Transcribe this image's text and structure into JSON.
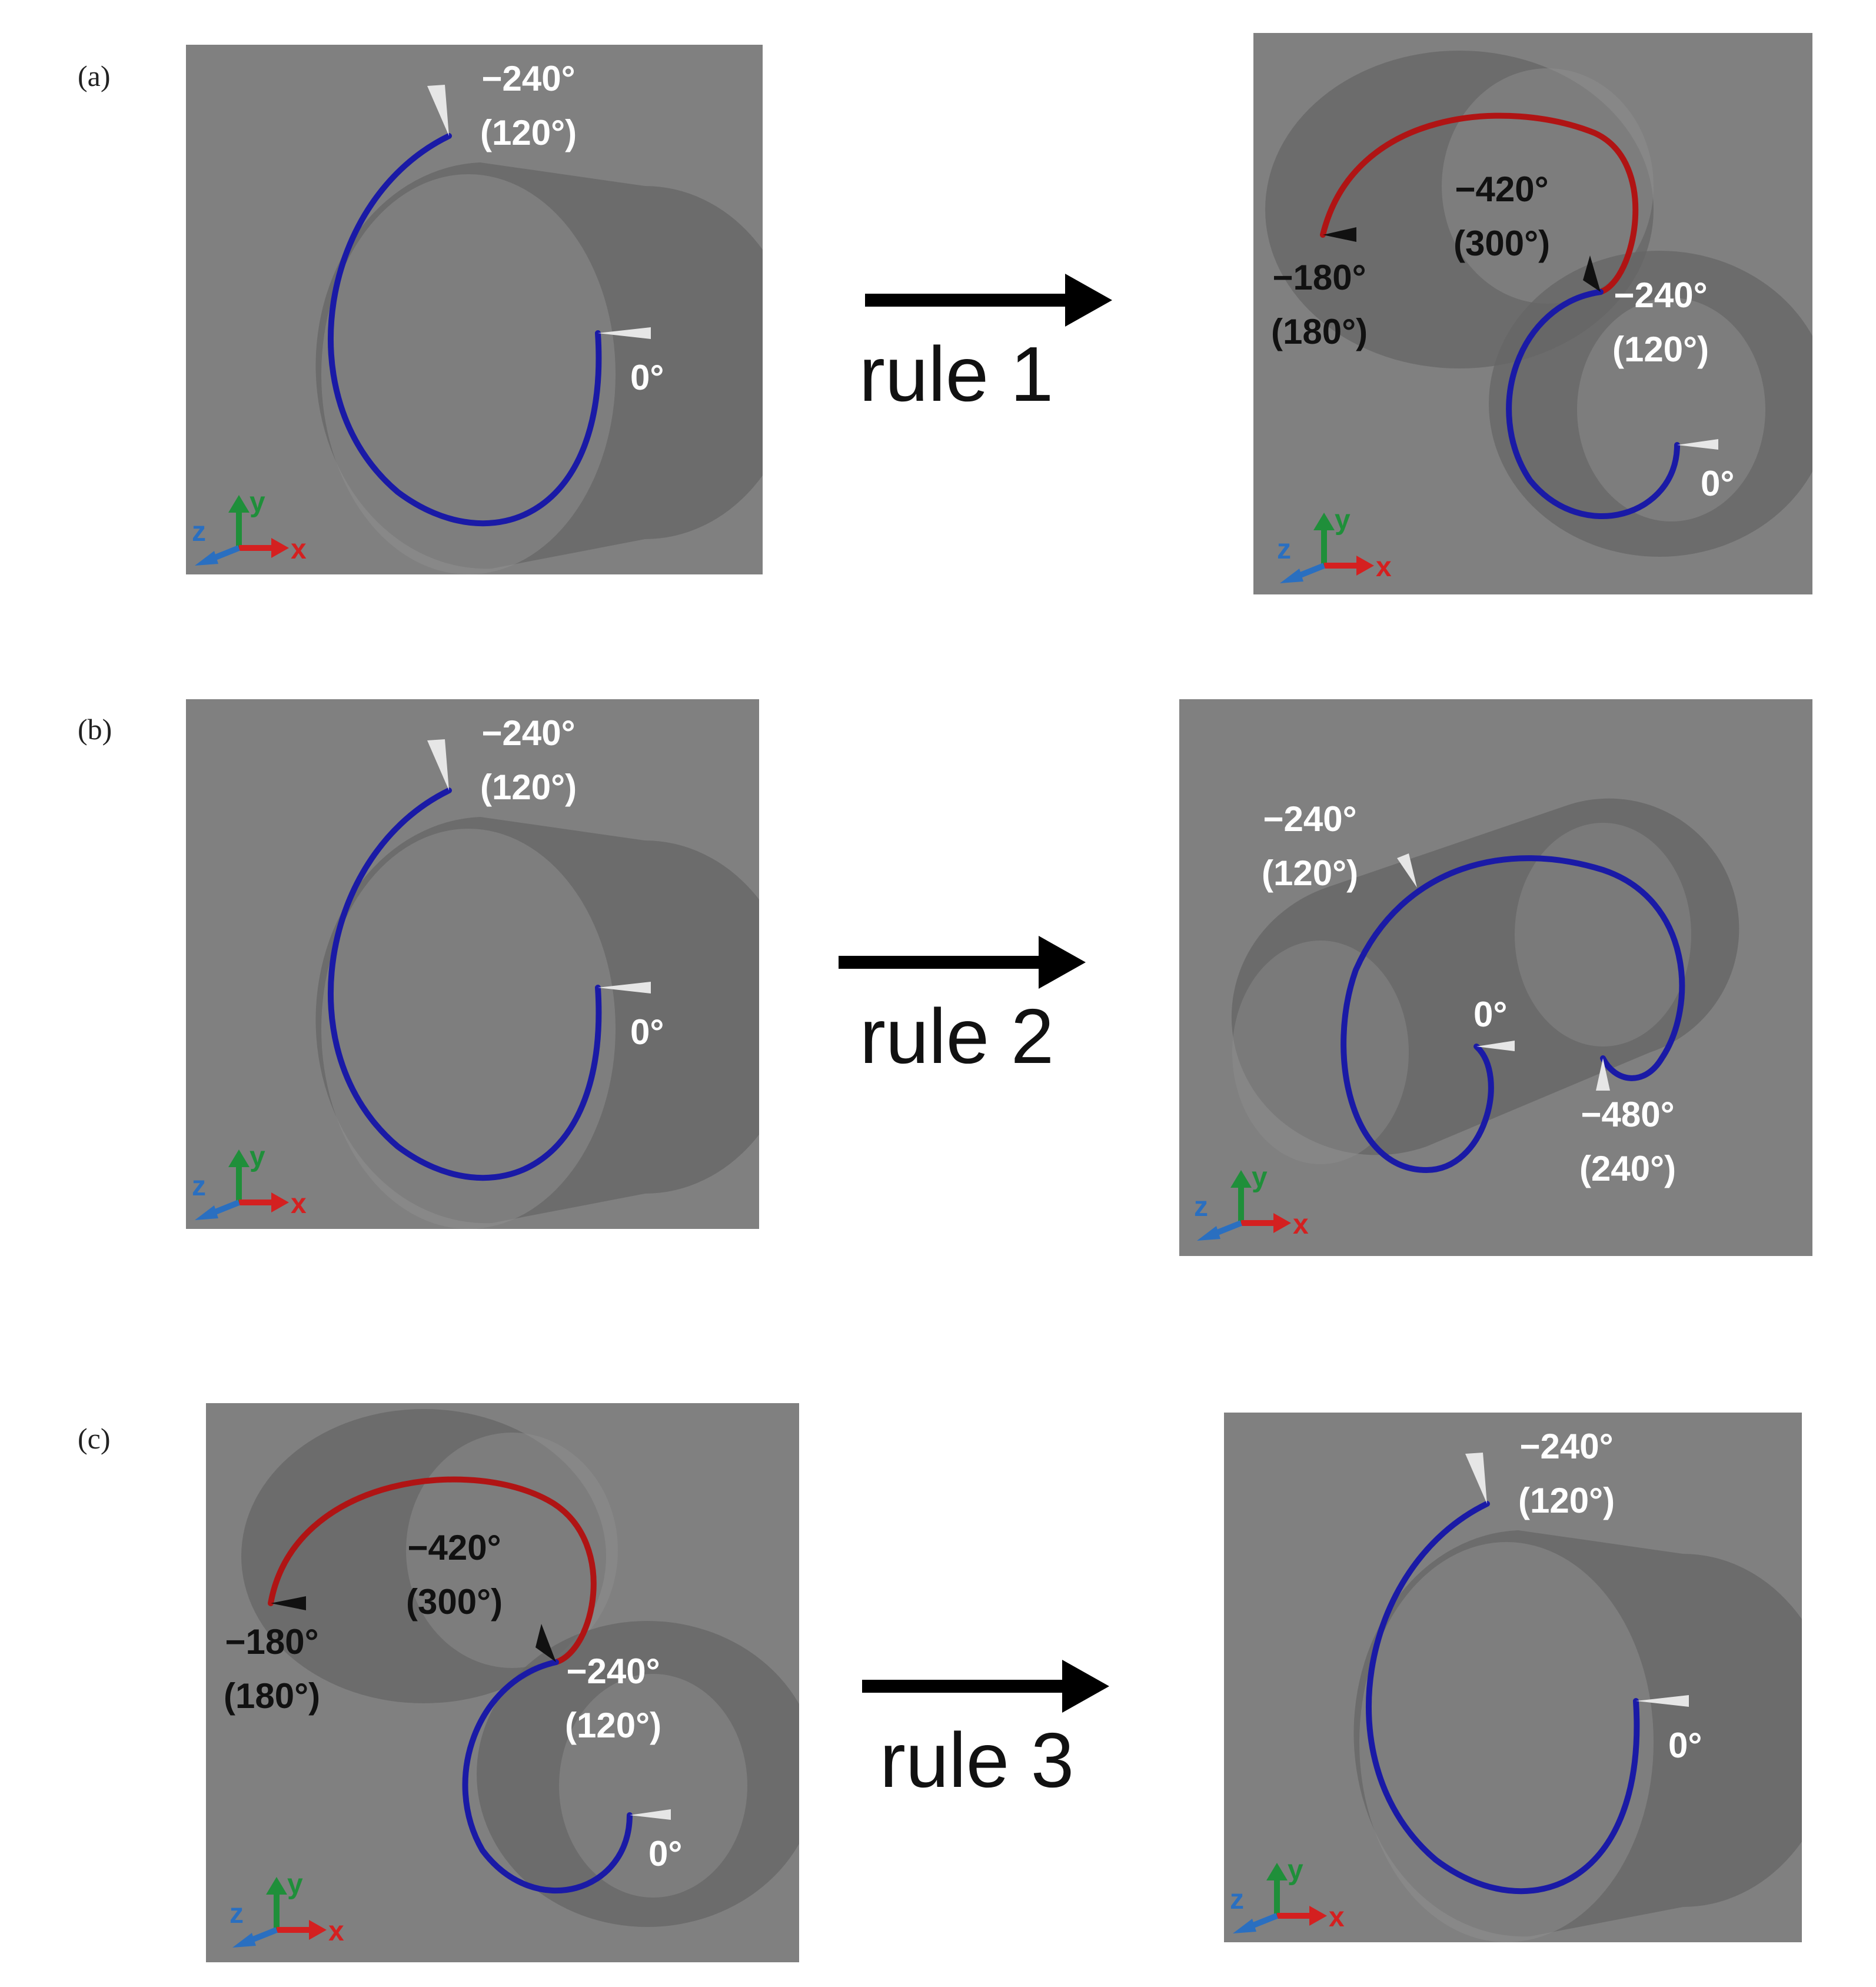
{
  "rows": [
    {
      "label": "(a)",
      "rule": "rule 1",
      "left": {
        "angles": [
          {
            "line1": "−240°",
            "line2": "(120°)",
            "tone": "light"
          },
          {
            "line1": "0°",
            "line2": "",
            "tone": "light"
          }
        ]
      },
      "right": {
        "angles": [
          {
            "line1": "−420°",
            "line2": "(300°)",
            "tone": "dark"
          },
          {
            "line1": "−180°",
            "line2": "(180°)",
            "tone": "dark"
          },
          {
            "line1": "−240°",
            "line2": "(120°)",
            "tone": "light"
          },
          {
            "line1": "0°",
            "line2": "",
            "tone": "light"
          }
        ]
      }
    },
    {
      "label": "(b)",
      "rule": "rule 2",
      "left": {
        "angles": [
          {
            "line1": "−240°",
            "line2": "(120°)",
            "tone": "light"
          },
          {
            "line1": "0°",
            "line2": "",
            "tone": "light"
          }
        ]
      },
      "right": {
        "angles": [
          {
            "line1": "−240°",
            "line2": "(120°)",
            "tone": "light"
          },
          {
            "line1": "0°",
            "line2": "",
            "tone": "light"
          },
          {
            "line1": "−480°",
            "line2": "(240°)",
            "tone": "light"
          }
        ]
      }
    },
    {
      "label": "(c)",
      "rule": "rule 3",
      "left": {
        "angles": [
          {
            "line1": "−420°",
            "line2": "(300°)",
            "tone": "dark"
          },
          {
            "line1": "−180°",
            "line2": "(180°)",
            "tone": "dark"
          },
          {
            "line1": "−240°",
            "line2": "(120°)",
            "tone": "light"
          },
          {
            "line1": "0°",
            "line2": "",
            "tone": "light"
          }
        ]
      },
      "right": {
        "angles": [
          {
            "line1": "−240°",
            "line2": "(120°)",
            "tone": "light"
          },
          {
            "line1": "0°",
            "line2": "",
            "tone": "light"
          }
        ]
      }
    }
  ],
  "axes_labels": {
    "x": "x",
    "y": "y",
    "z": "z"
  },
  "colors": {
    "panel_bg": "#808080",
    "cylinder": "#656565",
    "cylinder_face": "#8c8c8c",
    "blue_path": "#1a1aa6",
    "red_path": "#b01414",
    "axis_x": "#d42020",
    "axis_y": "#1f8f3a",
    "axis_z": "#2a6fc0"
  }
}
